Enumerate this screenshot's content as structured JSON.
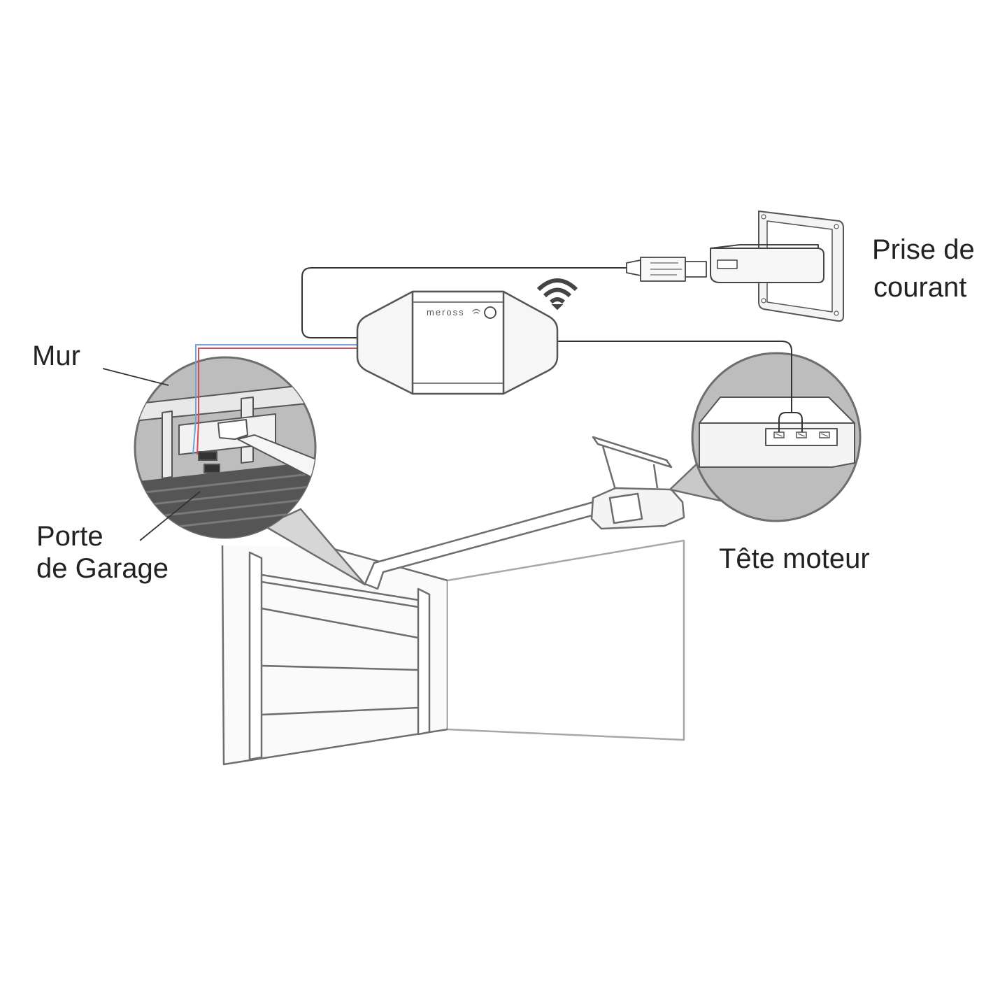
{
  "labels": {
    "outlet_line1": "Prise de",
    "outlet_line2": "courant",
    "wall": "Mur",
    "door_line1": "Porte",
    "door_line2": "de Garage",
    "motor": "Tête moteur"
  },
  "device": {
    "brand": "meross"
  },
  "icons": [
    "wifi-icon",
    "power-button-icon",
    "usb-plug-icon",
    "wall-outlet-icon"
  ],
  "colors": {
    "line": "#555555",
    "cable": "#333333",
    "wire_red": "#d94a5a",
    "wire_blue": "#6fa3d9",
    "fill_light": "#f4f4f4",
    "fill_grey": "#bdbdbd",
    "fill_dark": "#555555",
    "text": "#222222"
  }
}
